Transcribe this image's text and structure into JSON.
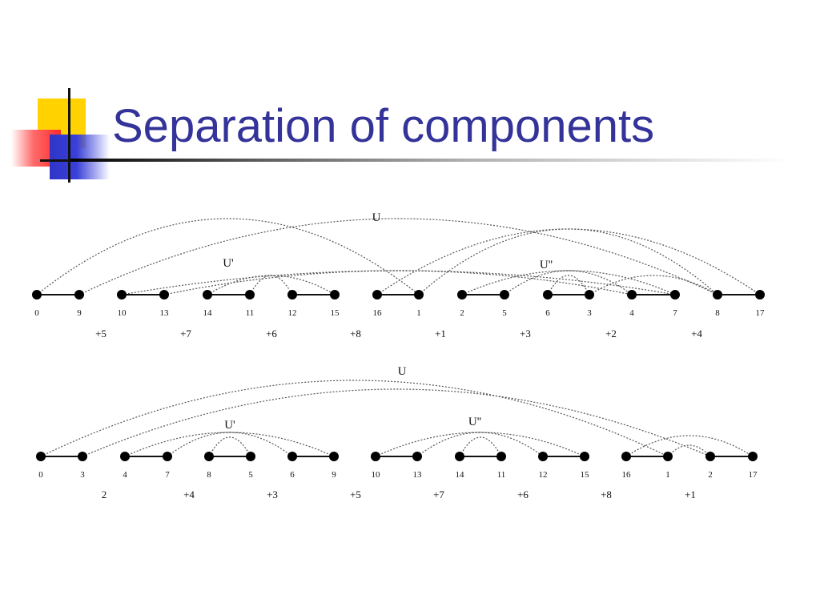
{
  "slide": {
    "title": "Separation of components"
  },
  "diagrams": [
    {
      "nodes": [
        "0",
        "9",
        "10",
        "13",
        "14",
        "11",
        "12",
        "15",
        "16",
        "1",
        "2",
        "5",
        "6",
        "3",
        "4",
        "7",
        "8",
        "17"
      ],
      "weights": [
        "+5",
        "+7",
        "+6",
        "+8",
        "+1",
        "+3",
        "+2",
        "+4"
      ],
      "component_labels": [
        "U",
        "U'",
        "U''"
      ]
    },
    {
      "nodes": [
        "0",
        "3",
        "4",
        "7",
        "8",
        "5",
        "6",
        "9",
        "10",
        "13",
        "14",
        "11",
        "12",
        "15",
        "16",
        "1",
        "2",
        "17"
      ],
      "weights": [
        "2",
        "+4",
        "+3",
        "+5",
        "+7",
        "+6",
        "+8",
        "+1"
      ],
      "component_labels": [
        "U",
        "U'",
        "U''"
      ]
    }
  ],
  "colors": {
    "title": "#333399",
    "accent_yellow": "#ffd200",
    "accent_red": "#ff2a2a",
    "accent_blue": "#2f35c8"
  }
}
